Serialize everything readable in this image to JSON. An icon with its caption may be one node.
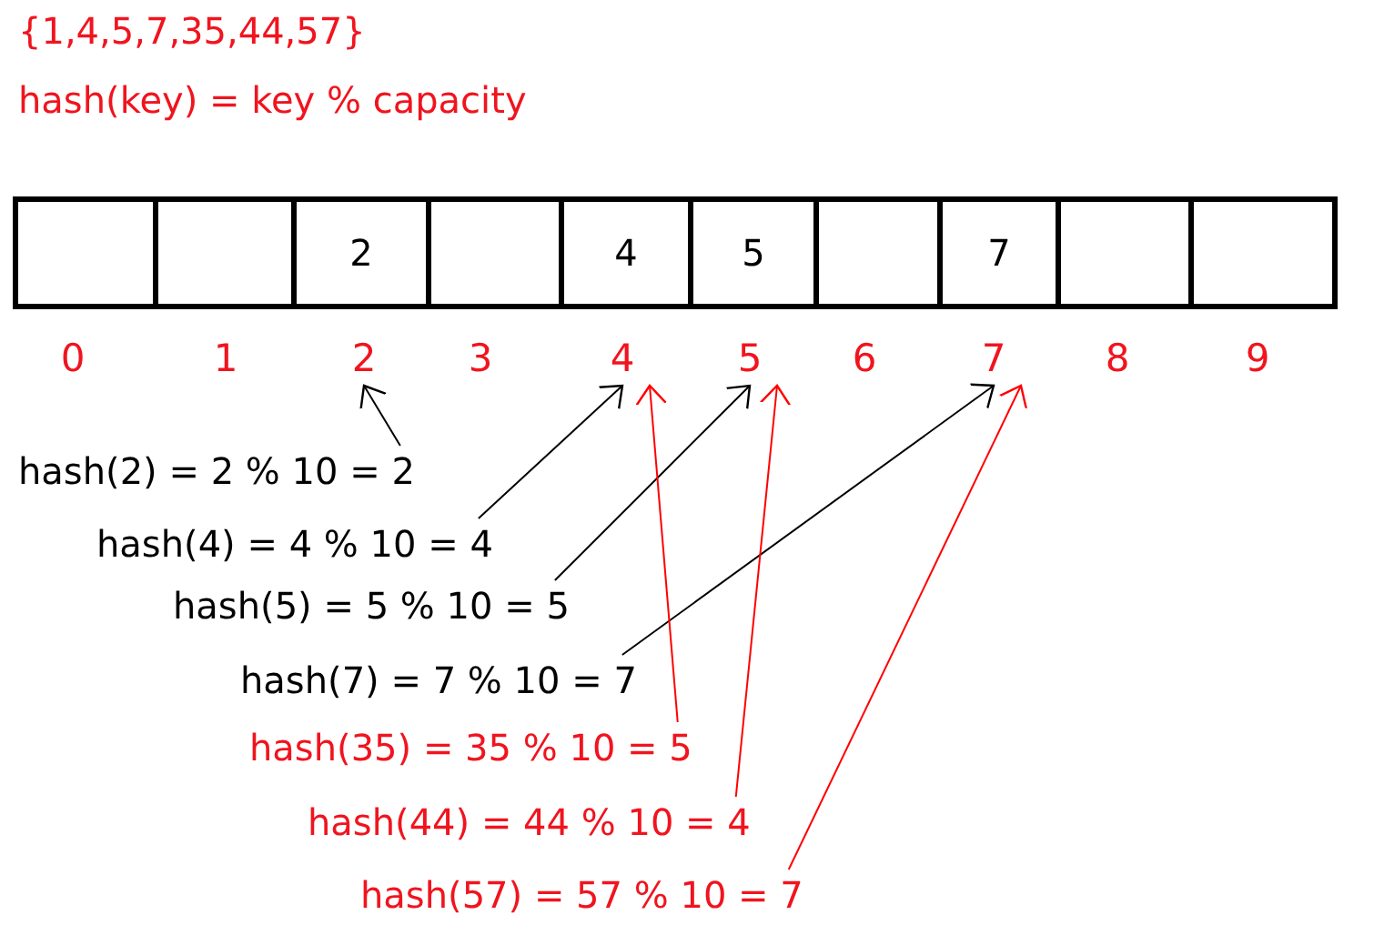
{
  "diagram": {
    "nodes": [
      {
        "text": [],
        "shape": "box"
      },
      {
        "text": [],
        "shape": "box"
      },
      {
        "text": [
          "2"
        ]
      },
      {
        "text": [],
        "shape": "box"
      },
      {
        "text": [
          "4"
        ]
      },
      {
        "text": [
          "5"
        ]
      },
      {
        "text": [],
        "shape": "box"
      },
      {
        "text": [
          "7"
        ]
      },
      {
        "text": [],
        "shape": "box"
      },
      {
        "text": [],
        "shape": "box"
      },
      {
        "text": [
          "0"
        ]
      },
      {
        "text": [
          "1"
        ]
      },
      {
        "text": [
          "2"
        ]
      },
      {
        "text": [
          "3"
        ]
      },
      {
        "text": [
          "4"
        ]
      },
      {
        "text": [
          "5"
        ]
      },
      {
        "text": [
          "6"
        ]
      },
      {
        "text": [
          "7"
        ]
      },
      {
        "text": [
          "8"
        ]
      },
      {
        "text": [
          "9"
        ]
      },
      {
        "text": [
          "hash(2) = 2 % 10 = 2"
        ]
      },
      {
        "text": [
          "hash(4) = 4 % 10 = 4"
        ]
      },
      {
        "text": [
          "hash(5) = 5 % 10 = 5"
        ]
      },
      {
        "text": [
          "hash(7) = 7 % 10 = 7"
        ]
      },
      {
        "text": [
          "hash(35) = 35 % 10 = 5"
        ]
      },
      {
        "text": [
          "hash(44) = 44 % 10 = 4"
        ]
      },
      {
        "text": [
          "hash(57) = 57 % 10 = 7"
        ]
      }
    ],
    "edges": [
      {
        "from": 20,
        "to": 12,
        "arrow": "to"
      },
      {
        "from": 21,
        "to": 14,
        "arrow": "to"
      },
      {
        "from": 22,
        "to": 15,
        "arrow": "to"
      },
      {
        "from": 23,
        "to": 17,
        "arrow": "to"
      },
      {
        "from": 24,
        "to": 14,
        "arrow": "to",
        "color": "#ff0000"
      },
      {
        "from": 25,
        "to": 15,
        "arrow": "to",
        "color": "#ff0000"
      },
      {
        "from": 26,
        "to": 17,
        "arrow": "to",
        "color": "#ff0000"
      }
    ],
    "labels": [
      "{1,4,5,7,35,44,57}",
      "hash(key) = key % capacity"
    ]
  }
}
